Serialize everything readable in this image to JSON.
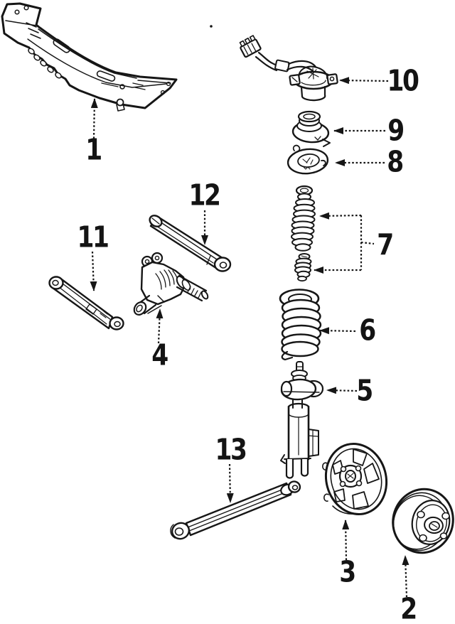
{
  "diagram": {
    "type": "exploded-parts-line-drawing",
    "colors": {
      "ink": "#161616",
      "paper": "#ffffff"
    },
    "callouts": [
      {
        "number": "1",
        "part": "crossmember"
      },
      {
        "number": "2",
        "part": "brake-drum"
      },
      {
        "number": "3",
        "part": "brake-backing-plate"
      },
      {
        "number": "4",
        "part": "knuckle-spindle"
      },
      {
        "number": "5",
        "part": "strut"
      },
      {
        "number": "6",
        "part": "coil-spring"
      },
      {
        "number": "7",
        "part": "dust-boot-and-bump-stop"
      },
      {
        "number": "8",
        "part": "lower-spring-insulator"
      },
      {
        "number": "9",
        "part": "upper-spring-seat"
      },
      {
        "number": "10",
        "part": "strut-mount-with-harness"
      },
      {
        "number": "11",
        "part": "lateral-link-front"
      },
      {
        "number": "12",
        "part": "lateral-link-rear"
      },
      {
        "number": "13",
        "part": "trailing-arm"
      }
    ]
  }
}
